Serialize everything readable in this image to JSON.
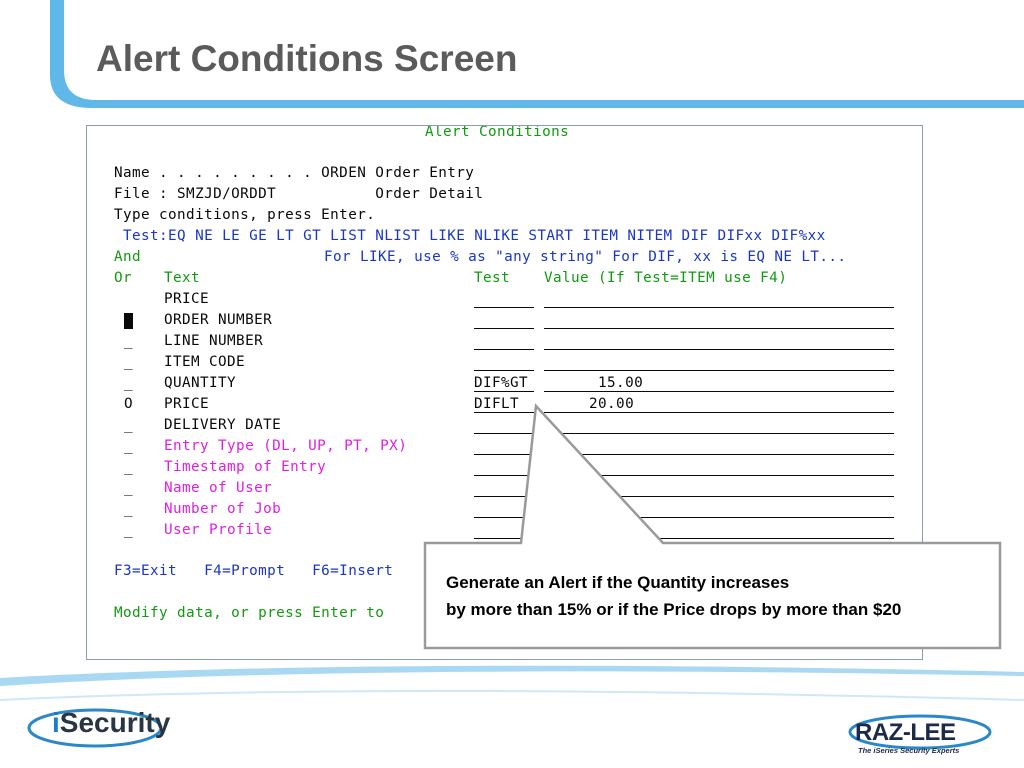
{
  "slide": {
    "title": "Alert Conditions Screen"
  },
  "terminal": {
    "screen_title": "Alert Conditions",
    "name_line": "Name . . . . . . . . . ORDEN Order Entry",
    "file_line": "File : SMZJD/ORDDT           Order Detail",
    "instruction": "Type conditions, press Enter.",
    "test_options": " Test:EQ NE LE GE LT GT LIST NLIST LIKE NLIKE START ITEM NITEM DIF DIFxx DIF%xx",
    "and_label": "And",
    "like_hint": "For LIKE, use % as \"any string\" For DIF, xx is EQ NE LT...",
    "col_or": "Or",
    "col_text": "Text",
    "col_test": "Test",
    "col_value": "Value (If Test=ITEM use F4)",
    "rows": [
      {
        "sel": "",
        "text": "PRICE",
        "test": "",
        "value": ""
      },
      {
        "sel": "",
        "text": "ORDER NUMBER",
        "test": "",
        "value": ""
      },
      {
        "sel": "_",
        "text": "LINE NUMBER",
        "test": "",
        "value": ""
      },
      {
        "sel": "_",
        "text": "ITEM CODE",
        "test": "",
        "value": ""
      },
      {
        "sel": "_",
        "text": "QUANTITY",
        "test": "DIF%GT",
        "value": "      15.00"
      },
      {
        "sel": "O",
        "text": "PRICE",
        "test": "DIFLT",
        "value": "     20.00"
      },
      {
        "sel": "_",
        "text": "DELIVERY DATE",
        "test": "",
        "value": ""
      },
      {
        "sel": "_",
        "text": "Entry Type (DL, UP, PT, PX)",
        "test": "",
        "value": ""
      },
      {
        "sel": "_",
        "text": "Timestamp of Entry",
        "test": "",
        "value": ""
      },
      {
        "sel": "_",
        "text": "Name of User",
        "test": "",
        "value": ""
      },
      {
        "sel": "_",
        "text": "Number of Job",
        "test": "",
        "value": ""
      },
      {
        "sel": "_",
        "text": "User Profile",
        "test": "",
        "value": ""
      }
    ],
    "fkeys": "F3=Exit   F4=Prompt   F6=Insert",
    "message": "Modify data, or press Enter to"
  },
  "callout": {
    "line1": "Generate an Alert if the Quantity increases",
    "line2": "by more than 15% or if the Price drops by more than $20"
  },
  "footer": {
    "left_logo_i": "i",
    "left_logo_rest": "Security",
    "right_logo": "RAZ-LEE",
    "right_tagline": "The iSeries Security Experts"
  },
  "colors": {
    "screen_green": "#119a11",
    "screen_blue": "#1a36c8",
    "screen_magenta": "#e020e0",
    "accent_blue": "#5fb8e8"
  }
}
